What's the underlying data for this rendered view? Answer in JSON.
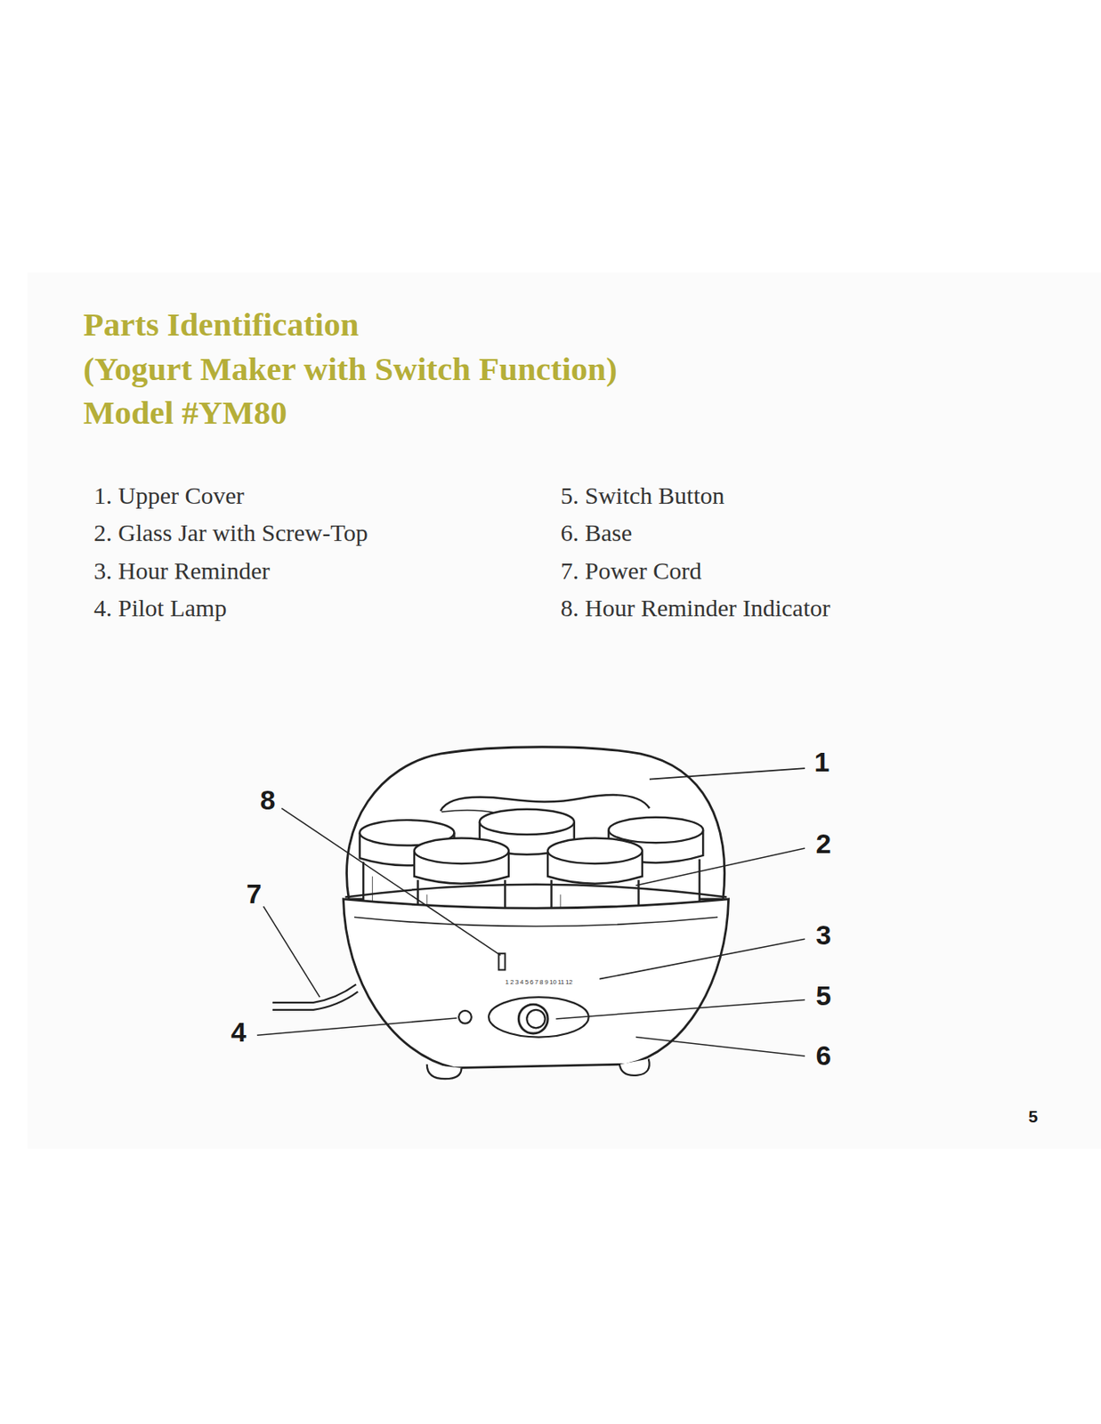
{
  "diagram": {
    "title": "Parts Identification",
    "labels": [
      "(Yogurt Maker with Switch Function)",
      "Model #YM80",
      "1. Upper Cover",
      "2. Glass Jar with Screw-Top",
      "3. Hour Reminder",
      "4. Pilot Lamp",
      "5. Switch Button",
      "6. Base",
      "7. Power Cord",
      "8. Hour Reminder Indicator",
      "1",
      "2",
      "3",
      "5",
      "6",
      "8",
      "7",
      "4",
      "1 2 3 4 5 6 7 8 9 10 11 12",
      "5"
    ]
  }
}
